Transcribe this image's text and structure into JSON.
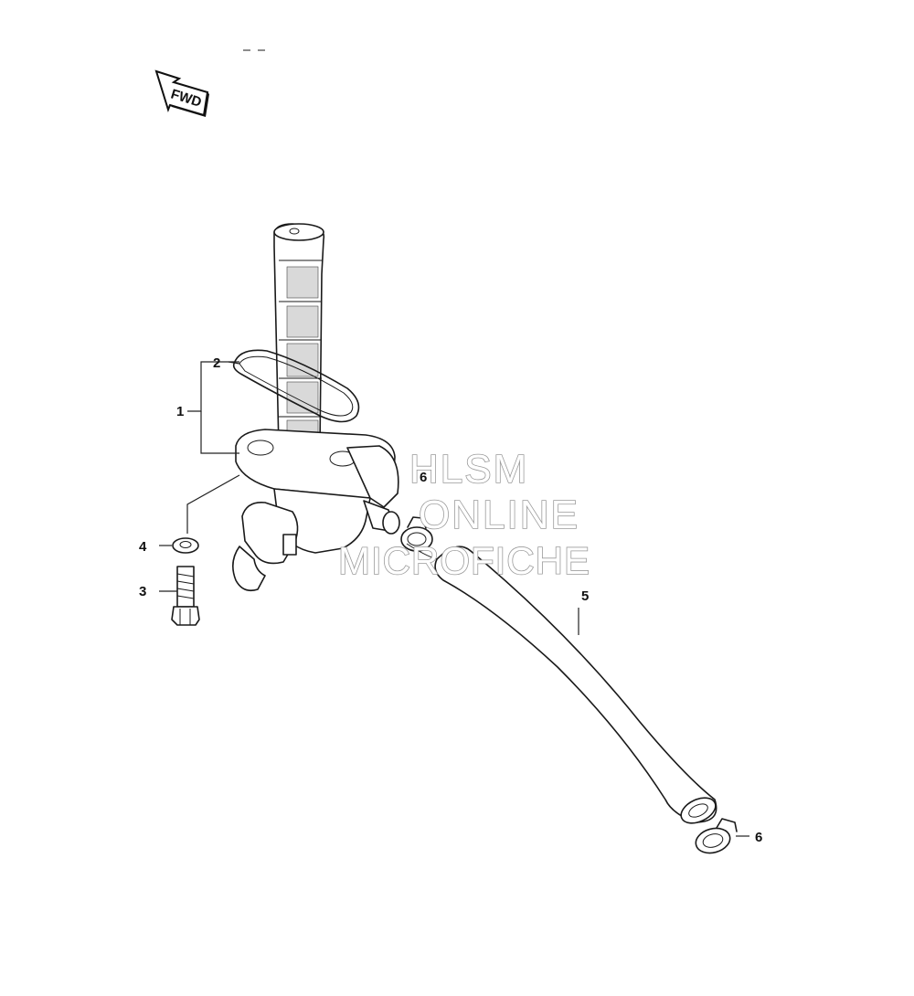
{
  "diagram": {
    "fwd_label": "FWD",
    "callouts": {
      "c1": "1",
      "c2": "2",
      "c3": "3",
      "c4": "4",
      "c5": "5",
      "c6a": "6",
      "c6b": "6"
    },
    "watermark": {
      "line1": "HLSM",
      "line2": "ONLINE",
      "line3": "MICROFICHE"
    }
  }
}
